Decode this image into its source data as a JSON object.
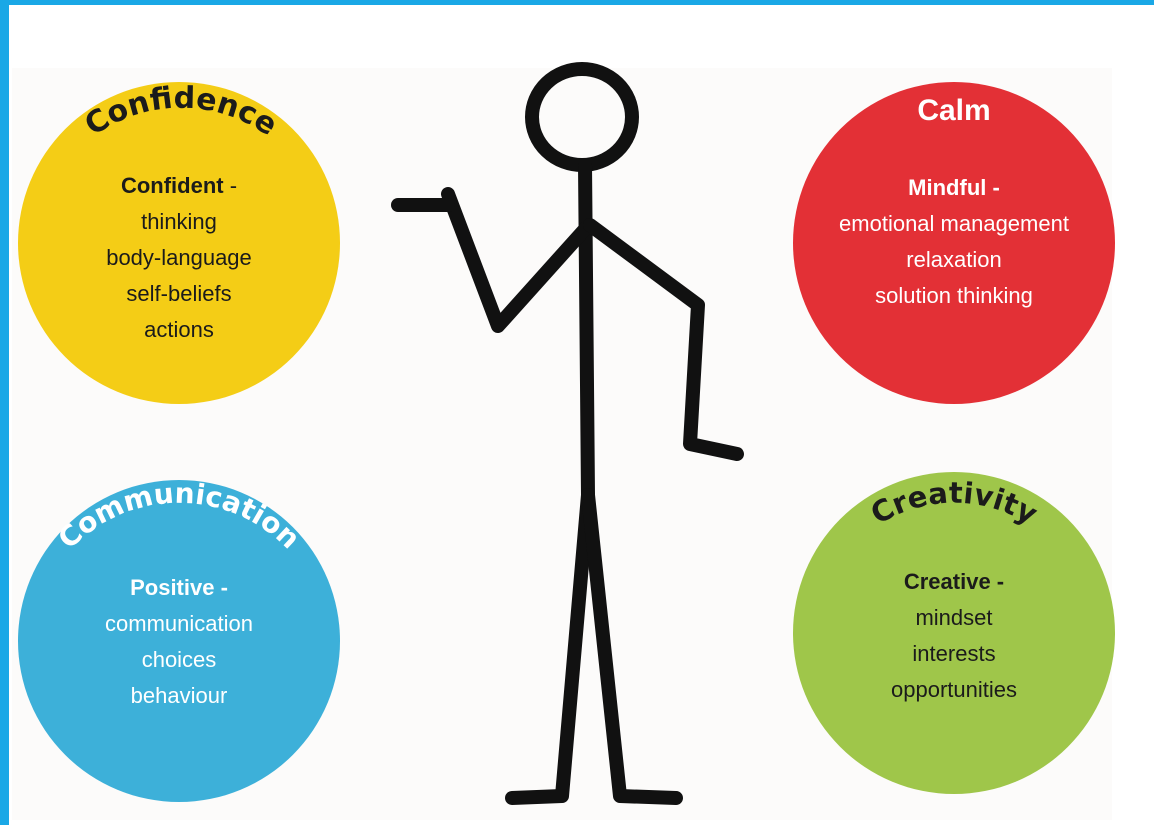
{
  "colors": {
    "frame": "#1aa8e6",
    "confidence": "#f4cd16",
    "calm": "#e33036",
    "communication": "#3db0d9",
    "creativity": "#9fc64a",
    "figure": "#111111",
    "dark_text": "#1b1b1b",
    "light_text": "#ffffff"
  },
  "circles": {
    "confidence": {
      "title": "Confidence",
      "lead": "Confident",
      "lead_suffix": " -",
      "lines": [
        "thinking",
        "body-language",
        "self-beliefs",
        "actions"
      ]
    },
    "calm": {
      "title": "Calm",
      "lead": "Mindful -",
      "lines": [
        "emotional management",
        "relaxation",
        "solution thinking"
      ]
    },
    "communication": {
      "title": "Communication",
      "lead": "Positive -",
      "lines": [
        "communication",
        "choices",
        "behaviour"
      ]
    },
    "creativity": {
      "title": "Creativity",
      "lead": "Creative -",
      "lines": [
        "mindset",
        "interests",
        "opportunities"
      ]
    }
  },
  "figure": {
    "icon": "stick-figure"
  }
}
